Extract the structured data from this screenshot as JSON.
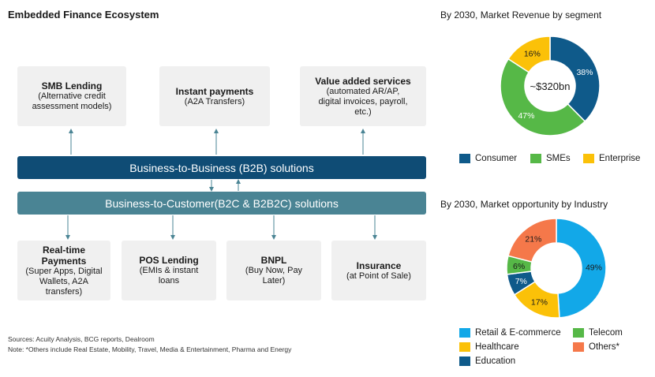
{
  "ecosystem": {
    "title": "Embedded Finance Ecosystem",
    "b2b_cards": [
      {
        "title": "SMB Lending",
        "sub": "(Alternative credit\nassessment models)"
      },
      {
        "title": "Instant payments",
        "sub": "(A2A Transfers)"
      },
      {
        "title": "Value added services",
        "sub": "(automated AR/AP,\ndigital invoices, payroll,\netc.)"
      }
    ],
    "b2b_bar": "Business-to-Business (B2B) solutions",
    "b2c_bar": "Business-to-Customer(B2C & B2B2C) solutions",
    "b2c_cards": [
      {
        "title": "Real-time Payments",
        "sub": "(Super Apps, Digital\nWallets, A2A\ntransfers)"
      },
      {
        "title": "POS Lending",
        "sub": "(EMIs & instant\nloans"
      },
      {
        "title": "BNPL",
        "sub": "(Buy Now, Pay\nLater)"
      },
      {
        "title": "Insurance",
        "sub": "(at Point of Sale)"
      }
    ],
    "colors": {
      "b2b": "#0f4c75",
      "b2c": "#4a8494",
      "card": "#f0f0f0",
      "arrow": "#4a8494"
    }
  },
  "footer": {
    "sources": "Sources: Acuity Analysis, BCG reports, Dealroom",
    "note": "Note: *Others include Real Estate, Mobility, Travel, Media & Entertainment, Pharma and Energy"
  },
  "chart_data": [
    {
      "type": "pie",
      "title": "By 2030, Market Revenue by segment",
      "center_label": "~$320bn",
      "categories": [
        "Consumer",
        "SMEs",
        "Enterprise"
      ],
      "values": [
        38,
        47,
        16
      ],
      "labels": [
        "38%",
        "47%",
        "16%"
      ],
      "colors": [
        "#0f5a8a",
        "#56b847",
        "#fbc108"
      ],
      "legend": "bottom"
    },
    {
      "type": "pie",
      "title": "By 2030, Market opportunity by Industry",
      "categories": [
        "Retail & E-commerce",
        "Healthcare",
        "Education",
        "Telecom",
        "Others*"
      ],
      "values": [
        49,
        17,
        7,
        6,
        21
      ],
      "labels": [
        "49%",
        "17%",
        "7%",
        "6%",
        "21%"
      ],
      "colors": [
        "#12a8e8",
        "#fbc108",
        "#0f5a8a",
        "#56b847",
        "#f5784a"
      ],
      "legend": "bottom"
    }
  ]
}
